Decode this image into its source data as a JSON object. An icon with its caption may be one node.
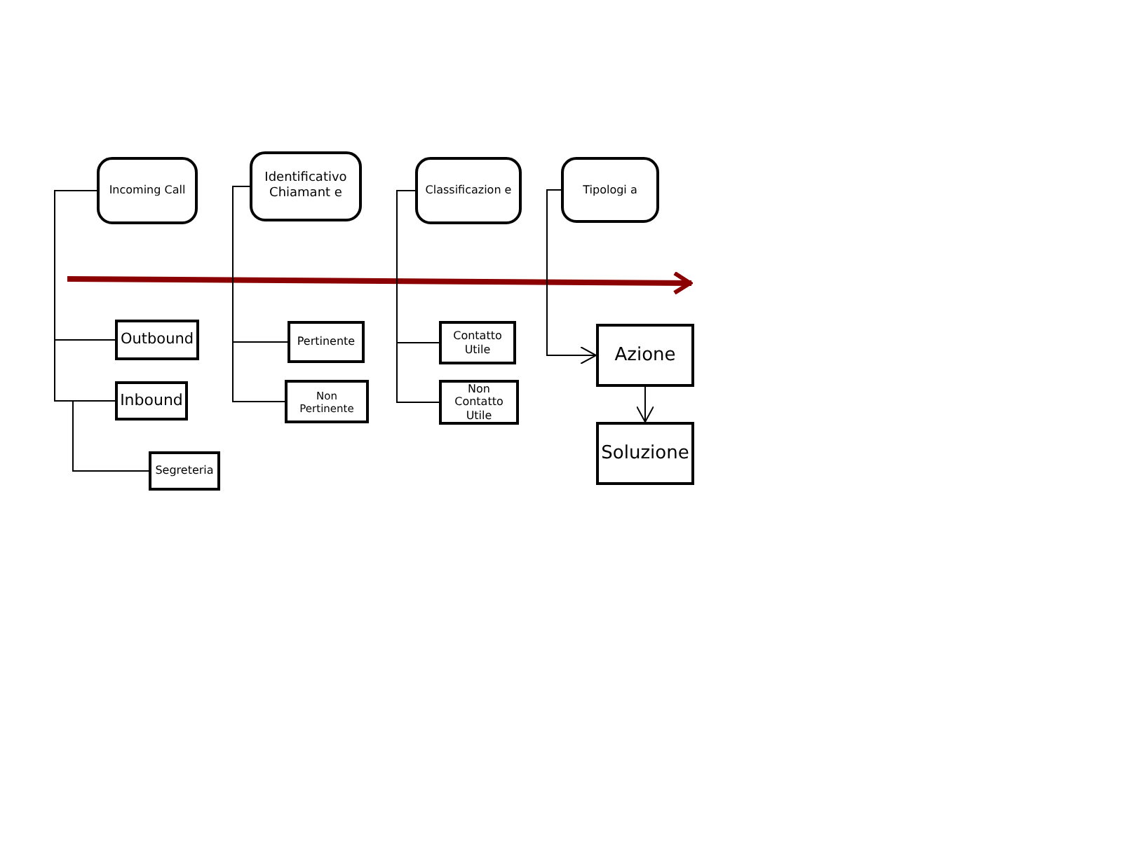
{
  "diagram": {
    "nodes": [
      {
        "text": [
          "Incoming Call"
        ]
      },
      {
        "text": [
          "Identificativo Chiamant e"
        ]
      },
      {
        "text": [
          "Classificazion e"
        ]
      },
      {
        "text": [
          "Tipologi a"
        ]
      },
      {
        "text": [
          "Outbound"
        ]
      },
      {
        "text": [
          "Inbound"
        ]
      },
      {
        "text": [
          "Segreteria"
        ]
      },
      {
        "text": [
          "Pertinente"
        ]
      },
      {
        "text": [
          "Non Pertinente"
        ]
      },
      {
        "text": [
          "Contatto Utile"
        ]
      },
      {
        "text": [
          "Non Contatto Utile"
        ]
      },
      {
        "text": [
          "Azione"
        ]
      },
      {
        "text": [
          "Soluzione"
        ]
      }
    ],
    "edges": [
      {
        "from": 0,
        "to": 4,
        "arrow": "none"
      },
      {
        "from": 0,
        "to": 5,
        "arrow": "none"
      },
      {
        "from": 5,
        "to": 6,
        "arrow": "none"
      },
      {
        "from": 1,
        "to": 7,
        "arrow": "none"
      },
      {
        "from": 1,
        "to": 8,
        "arrow": "none"
      },
      {
        "from": 2,
        "to": 9,
        "arrow": "none"
      },
      {
        "from": 2,
        "to": 10,
        "arrow": "none"
      },
      {
        "from": 3,
        "to": 11,
        "arrow": "to"
      },
      {
        "from": 11,
        "to": 12,
        "arrow": "to"
      }
    ]
  }
}
